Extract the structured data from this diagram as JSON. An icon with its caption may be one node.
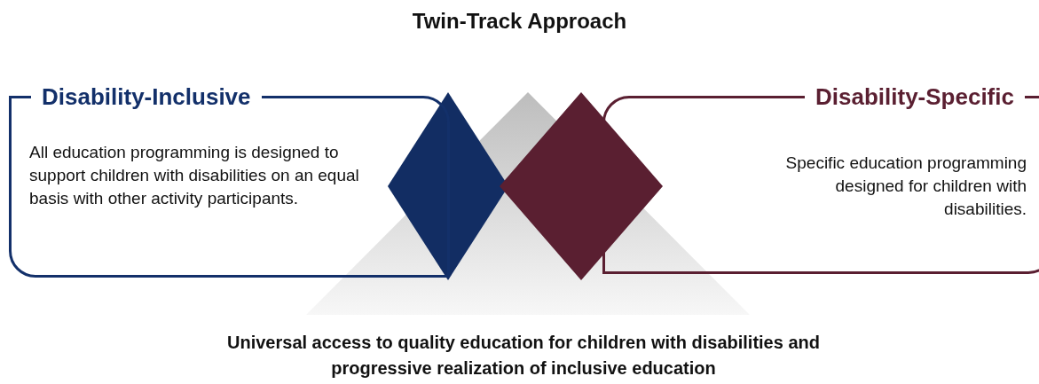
{
  "diagram": {
    "title": "Twin-Track Approach",
    "nodes": [
      {
        "text": [
          "Disability-Inclusive",
          "All education programming is designed to support children with disabilities on an equal basis with other activity participants."
        ]
      },
      {
        "text": [
          "Disability-Specific",
          "Specific education programming designed for children with disabilities."
        ]
      }
    ],
    "labels": [
      "Universal access to quality education for children with disabilities and progressive realization of inclusive education"
    ]
  }
}
